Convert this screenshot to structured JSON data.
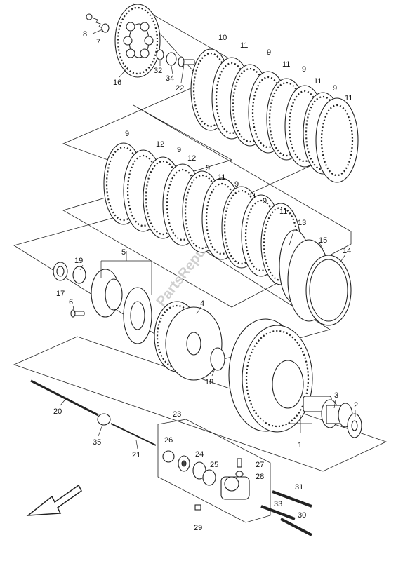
{
  "watermark": "PartsRepublik",
  "callouts": [
    "1",
    "2",
    "3",
    "4",
    "5",
    "6",
    "7",
    "8",
    "9",
    "10",
    "11",
    "12",
    "13",
    "14",
    "15",
    "16",
    "17",
    "18",
    "19",
    "20",
    "21",
    "22",
    "23",
    "24",
    "25",
    "26",
    "27",
    "28",
    "29",
    "30",
    "31",
    "32",
    "33",
    "34",
    "35"
  ],
  "front_arrow_icon": "arrow-down-left-icon"
}
